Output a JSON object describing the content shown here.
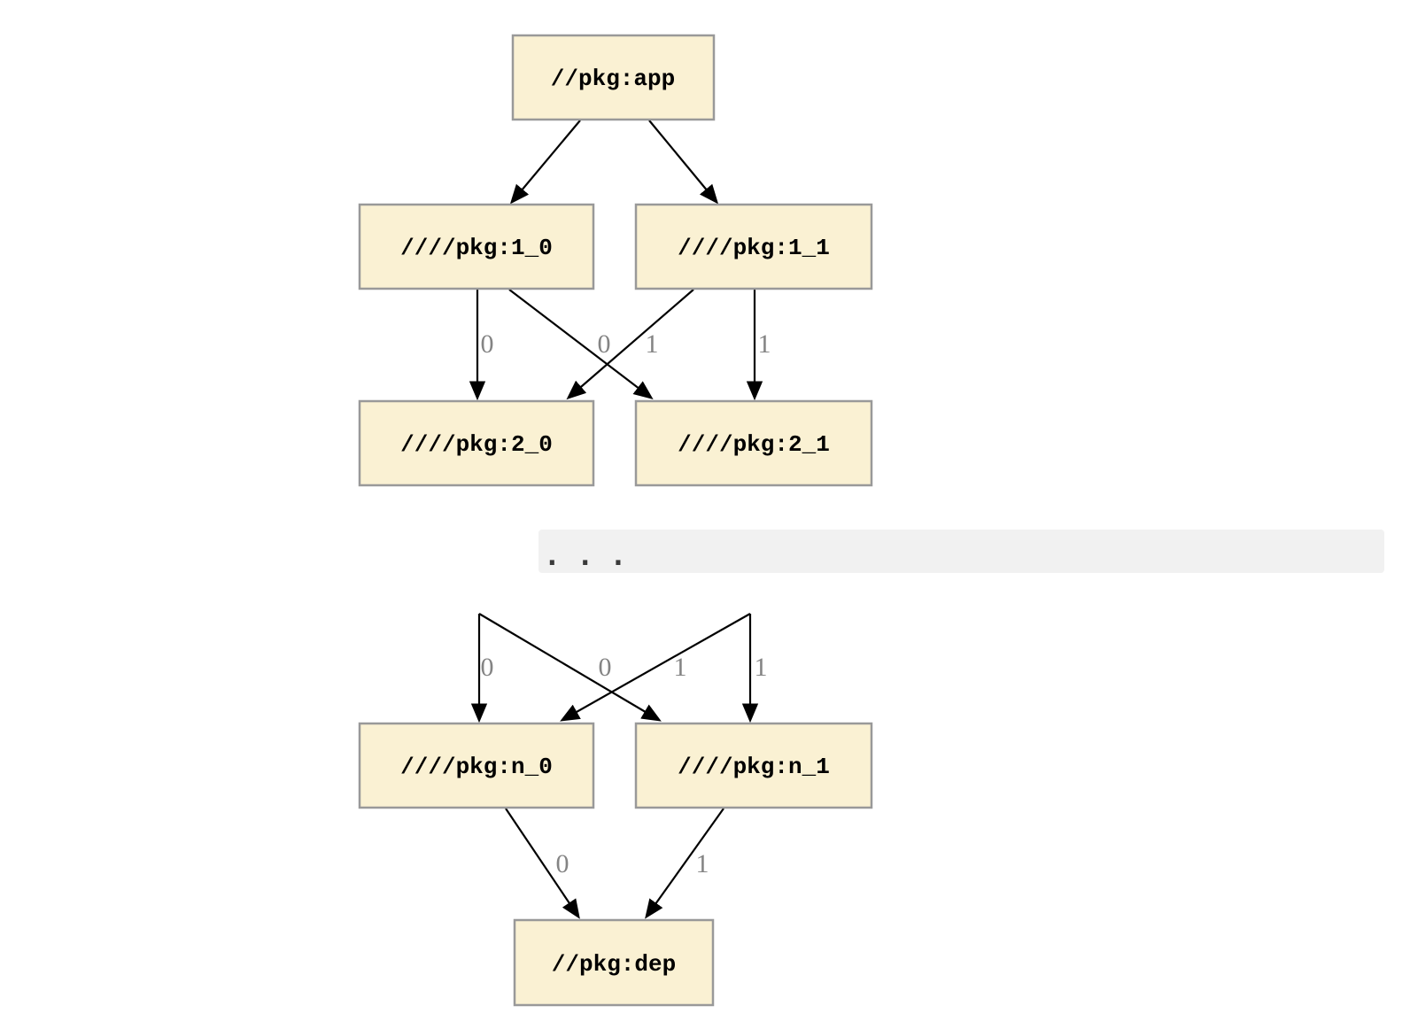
{
  "diagram": {
    "type": "dependency-graph",
    "nodes": [
      {
        "id": "app",
        "label": "//pkg:app"
      },
      {
        "id": "1_0",
        "label": "////pkg:1_0"
      },
      {
        "id": "1_1",
        "label": "////pkg:1_1"
      },
      {
        "id": "2_0",
        "label": "////pkg:2_0"
      },
      {
        "id": "2_1",
        "label": "////pkg:2_1"
      },
      {
        "id": "n_0",
        "label": "////pkg:n_0"
      },
      {
        "id": "n_1",
        "label": "////pkg:n_1"
      },
      {
        "id": "dep",
        "label": "//pkg:dep"
      }
    ],
    "edges": [
      {
        "from": "//pkg:app",
        "to": "////pkg:1_0",
        "label": ""
      },
      {
        "from": "//pkg:app",
        "to": "////pkg:1_1",
        "label": ""
      },
      {
        "from": "////pkg:1_0",
        "to": "////pkg:2_0",
        "label": "0"
      },
      {
        "from": "////pkg:1_0",
        "to": "////pkg:2_1",
        "label": "1"
      },
      {
        "from": "////pkg:1_1",
        "to": "////pkg:2_0",
        "label": "0"
      },
      {
        "from": "////pkg:1_1",
        "to": "////pkg:2_1",
        "label": "1"
      },
      {
        "from": "...",
        "to": "////pkg:n_0",
        "label": "0"
      },
      {
        "from": "...",
        "to": "////pkg:n_1",
        "label": "1"
      },
      {
        "from": "...",
        "to": "////pkg:n_0",
        "label": "0"
      },
      {
        "from": "...",
        "to": "////pkg:n_1",
        "label": "1"
      },
      {
        "from": "////pkg:n_0",
        "to": "//pkg:dep",
        "label": "0"
      },
      {
        "from": "////pkg:n_1",
        "to": "//pkg:dep",
        "label": "1"
      }
    ],
    "separator": {
      "text": ". . ."
    },
    "colors": {
      "node_fill": "#FAF1D3",
      "node_border": "#999999",
      "node_text": "#000000",
      "edge": "#000000",
      "edge_label": "#848484",
      "separator_bg": "#F1F1F1",
      "separator_text": "#3A3A3A",
      "background": "#FFFFFF"
    }
  }
}
